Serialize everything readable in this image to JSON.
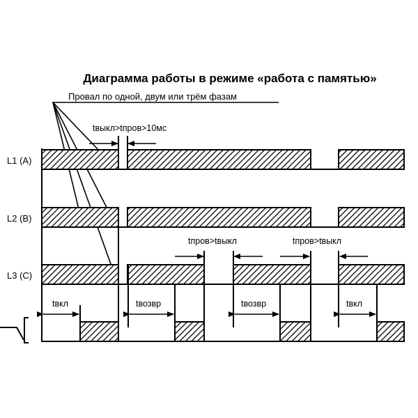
{
  "title": "Диаграмма работы в режиме «работа с памятью»",
  "subtitle": "Провал по одной, двум или трём фазам",
  "phases": [
    {
      "label": "L1 (A)"
    },
    {
      "label": "L2 (B)"
    },
    {
      "label": "L3 (C)"
    }
  ],
  "annotations": {
    "dropout_condition": "tвыкл>tпров>10мс",
    "dropout_long_1": "tпров>tвыкл",
    "dropout_long_2": "tпров>tвыкл",
    "t_on_1": "tвкл",
    "t_return_1": "tвозвр",
    "t_return_2": "tвозвр",
    "t_on_2": "tвкл"
  },
  "colors": {
    "line": "#000000",
    "background": "#ffffff"
  }
}
